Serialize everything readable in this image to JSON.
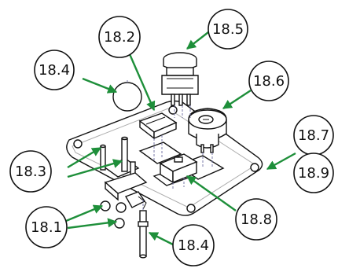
{
  "callouts": {
    "c18_5": "18.5",
    "c18_2": "18.2",
    "c18_4_top": "18.4",
    "c18_6": "18.6",
    "c18_7": "18.7",
    "c18_9": "18.9",
    "c18_3": "18.3",
    "c18_8": "18.8",
    "c18_1": "18.1",
    "c18_4_bottom": "18.4"
  },
  "colors": {
    "leader": "#1e8f3a",
    "outline": "#111111"
  }
}
